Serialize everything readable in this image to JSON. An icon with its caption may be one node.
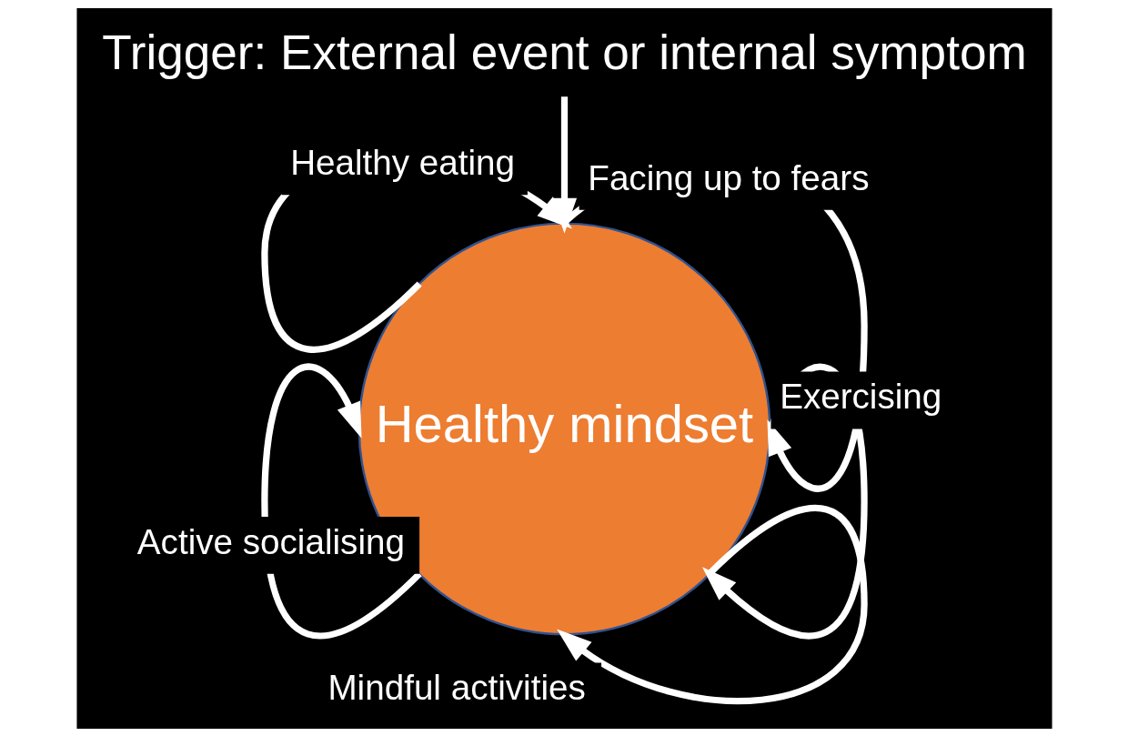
{
  "diagram": {
    "nodes": [
      {
        "text": [
          "Trigger: External event or internal symptom"
        ]
      },
      {
        "text": [
          "Healthy mindset"
        ]
      }
    ],
    "edges": [
      {
        "from": 0,
        "to": 1,
        "arrow": "to"
      },
      {
        "from": 1,
        "to": 1,
        "arrow": "to",
        "label": "Healthy eating"
      },
      {
        "from": 1,
        "to": 1,
        "arrow": "to",
        "label": "Facing up to fears"
      },
      {
        "from": 1,
        "to": 1,
        "arrow": "to",
        "label": "Active socialising"
      },
      {
        "from": 1,
        "to": 1,
        "arrow": "to",
        "label": "Exercising"
      },
      {
        "from": 1,
        "to": 1,
        "arrow": "to",
        "label": "Mindful activities"
      }
    ]
  }
}
